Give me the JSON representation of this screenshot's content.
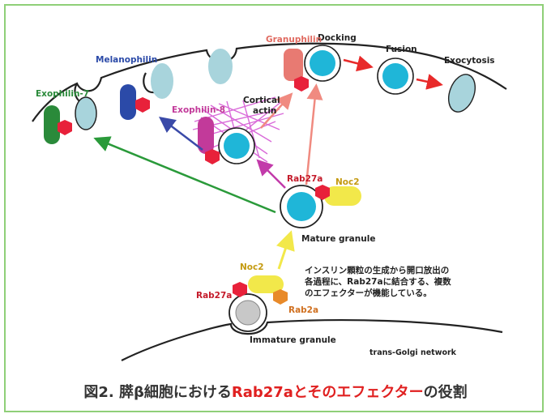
{
  "labels": {
    "docking": "Docking",
    "fusion": "Fusion",
    "exocytosis": "Exocytosis",
    "granuphilin": "Granuphilin",
    "melanophilin": "Melanophilin",
    "exophilin7": "Exophilin-7",
    "exophilin8": "Exophilin-8",
    "cortical": "Cortical",
    "actin": "actin",
    "rab27a_mature": "Rab27a",
    "noc2_mature": "Noc2",
    "mature_granule": "Mature granule",
    "noc2_immature": "Noc2",
    "rab27a_immature": "Rab27a",
    "rab2a": "Rab2a",
    "immature_granule": "Immature granule",
    "tgn": "trans-Golgi network"
  },
  "note": [
    "インスリン顆粒の生成から開口放出の",
    "各過程に、Rab27aに結合する、複数",
    "のエフェクターが機能している。"
  ],
  "caption": {
    "prefix": "図2. 膵β細胞における",
    "highlight": "Rab27aとそのエフェクター",
    "suffix": "の役割"
  },
  "colors": {
    "frame": "#8fcf78",
    "granule_core": "#1fb6d8",
    "vesicle_ghost": "#a8d4dc",
    "rab27a": "#e8213a",
    "noc2": "#f2e84a",
    "rab2a": "#e88a2a",
    "exophilin7": "#2a8a3a",
    "melanophilin": "#2b4aa8",
    "exophilin8": "#c23a9a",
    "granuphilin": "#e87a72",
    "arrow_green": "#2a9a3a",
    "arrow_blue": "#3a4aa8",
    "arrow_magenta": "#c23aaa",
    "arrow_salmon": "#f08a80",
    "arrow_red": "#e82a2a",
    "arrow_yellow": "#f2e84a",
    "label_green": "#2a8a3a",
    "label_blue": "#2b4aa8",
    "label_magenta": "#c23a9a",
    "label_salmon": "#e06a60",
    "label_red": "#c41a2a",
    "label_orange": "#d07020"
  }
}
